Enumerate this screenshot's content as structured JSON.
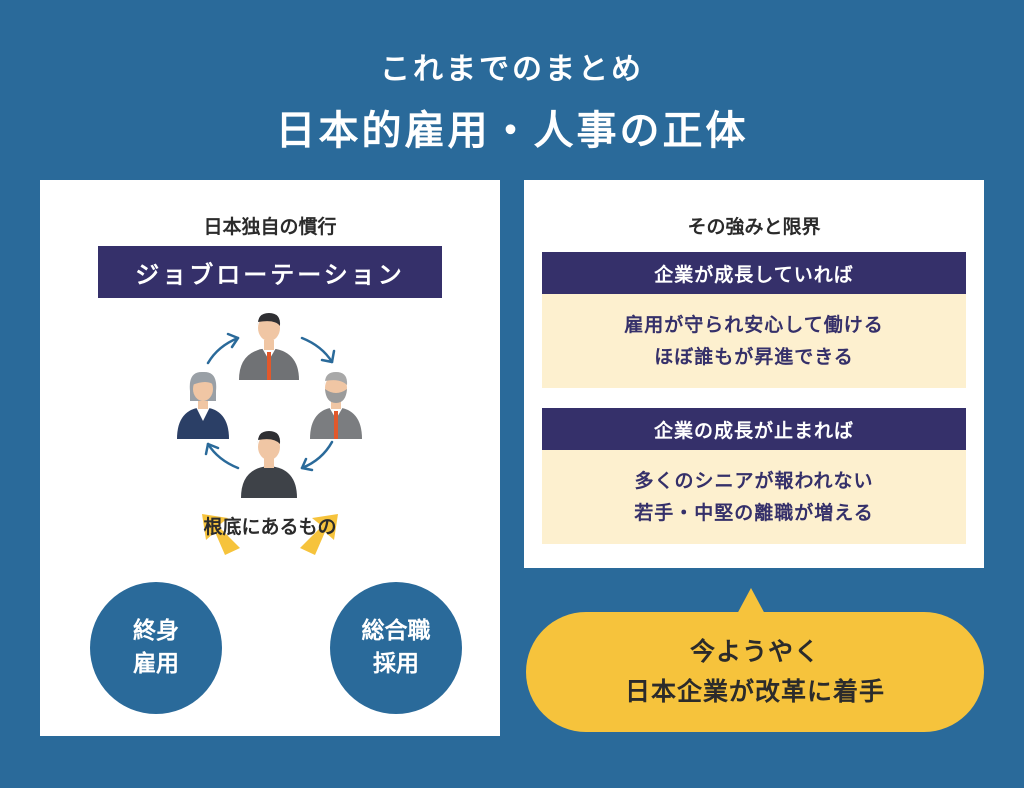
{
  "header": {
    "subtitle": "これまでのまとめ",
    "title": "日本的雇用・人事の正体"
  },
  "left": {
    "heading": "日本独自の慣行",
    "label_box": "ジョブローテーション",
    "root_label": "根底にあるもの",
    "circles": [
      {
        "line1": "終身",
        "line2": "雇用"
      },
      {
        "line1": "総合職",
        "line2": "採用"
      }
    ]
  },
  "right": {
    "heading": "その強みと限界",
    "conditions": [
      {
        "header": "企業が成長していれば",
        "line1": "雇用が守られ安心して働ける",
        "line2": "ほぼ誰もが昇進できる"
      },
      {
        "header": "企業の成長が止まれば",
        "line1": "多くのシニアが報われない",
        "line2": "若手・中堅の離職が増える"
      }
    ]
  },
  "bubble": {
    "line1": "今ようやく",
    "line2": "日本企業が改革に着手"
  },
  "colors": {
    "background": "#2a6a9a",
    "navy": "#35306a",
    "cream": "#fdf0cf",
    "yellow": "#f6c33c"
  }
}
